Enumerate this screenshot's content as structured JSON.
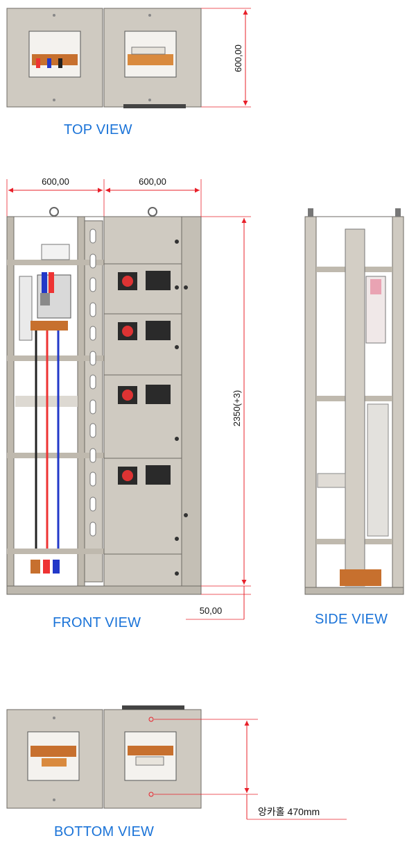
{
  "views": {
    "top": "TOP VIEW",
    "front": "FRONT VIEW",
    "side": "SIDE VIEW",
    "bottom": "BOTTOM VIEW"
  },
  "dimensions": {
    "top_depth": "600,00",
    "front_width_left": "600,00",
    "front_width_right": "600,00",
    "front_height": "2350(+3)",
    "base_height": "50,00",
    "anchor_holes": "앙카홀 470mm"
  },
  "colors": {
    "panel": "#cfcac1",
    "panel_edge": "#6d6a64",
    "frame": "#bfb9ae",
    "dimension": "#e8202a",
    "caption": "#1a73d8",
    "busbar": "#c7702e"
  }
}
